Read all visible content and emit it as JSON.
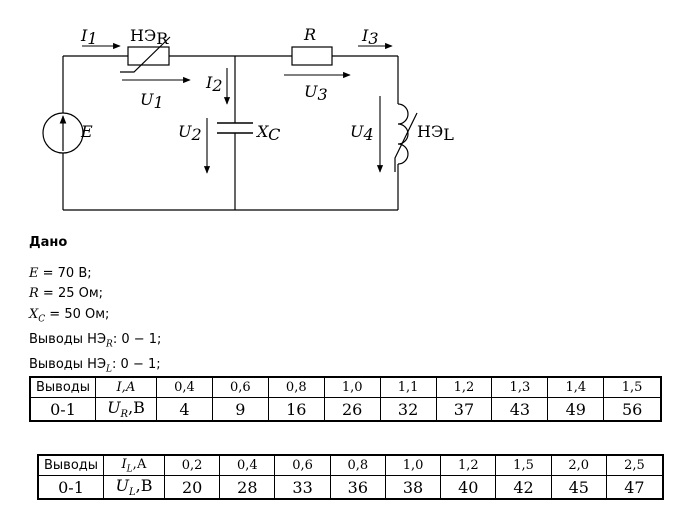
{
  "circuit": {
    "labels": {
      "I1": "I",
      "I1_sub": "1",
      "NE_R": "НЭ",
      "NE_R_sub": "R",
      "R": "R",
      "I3": "I",
      "I3_sub": "3",
      "I2": "I",
      "I2_sub": "2",
      "U1": "U",
      "U1_sub": "1",
      "U3": "U",
      "U3_sub": "3",
      "E": "E",
      "U2": "U",
      "U2_sub": "2",
      "Xc": "X",
      "Xc_sub": "C",
      "U4": "U",
      "U4_sub": "4",
      "NE_L": "НЭ",
      "NE_L_sub": "L"
    }
  },
  "given": {
    "heading": "Дано",
    "E": {
      "var": "E",
      "rest": " = 70 В;"
    },
    "R": {
      "var": "R",
      "rest": " = 25 Ом;"
    },
    "Xc": {
      "var": "X",
      "sub": "C",
      "rest": " = 50 Ом;"
    },
    "out_R": {
      "pre": "Выводы НЭ",
      "sub": "R",
      "rest": ": 0 − 1;"
    },
    "out_L": {
      "pre": "Выводы НЭ",
      "sub": "L",
      "rest": ": 0 − 1;"
    }
  },
  "table_R": {
    "header_label": "Выводы",
    "header_var": "I,А",
    "currents": [
      "0,4",
      "0,6",
      "0,8",
      "1,0",
      "1,1",
      "1,2",
      "1,3",
      "1,4",
      "1,5"
    ],
    "row_label": "0-1",
    "row_var": "U",
    "row_var_sub": "R",
    "row_var_unit": ",В",
    "voltages": [
      "4",
      "9",
      "16",
      "26",
      "32",
      "37",
      "43",
      "49",
      "56"
    ]
  },
  "table_L": {
    "header_label": "Выводы",
    "header_var": "I",
    "header_var_sub": "L",
    "header_var_unit": ",А",
    "currents": [
      "0,2",
      "0,4",
      "0,6",
      "0,8",
      "1,0",
      "1,2",
      "1,5",
      "2,0",
      "2,5"
    ],
    "row_label": "0-1",
    "row_var": "U",
    "row_var_sub": "L",
    "row_var_unit": ",В",
    "voltages": [
      "20",
      "28",
      "33",
      "36",
      "38",
      "40",
      "42",
      "45",
      "47"
    ]
  }
}
